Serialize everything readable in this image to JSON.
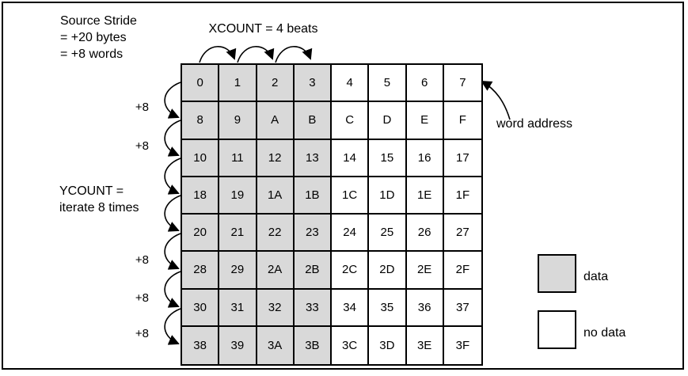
{
  "annotations": {
    "source_stride_lines": [
      "Source Stride",
      "= +20 bytes",
      "= +8 words"
    ],
    "xcount_label": "XCOUNT = 4 beats",
    "ycount_lines": [
      "YCOUNT =",
      "iterate 8 times"
    ],
    "word_address_label": "word address",
    "row_stride_labels": [
      "+8",
      "+8",
      "+8",
      "+8",
      "+8"
    ]
  },
  "grid": {
    "rows": [
      [
        "0",
        "1",
        "2",
        "3",
        "4",
        "5",
        "6",
        "7"
      ],
      [
        "8",
        "9",
        "A",
        "B",
        "C",
        "D",
        "E",
        "F"
      ],
      [
        "10",
        "11",
        "12",
        "13",
        "14",
        "15",
        "16",
        "17"
      ],
      [
        "18",
        "19",
        "1A",
        "1B",
        "1C",
        "1D",
        "1E",
        "1F"
      ],
      [
        "20",
        "21",
        "22",
        "23",
        "24",
        "25",
        "26",
        "27"
      ],
      [
        "28",
        "29",
        "2A",
        "2B",
        "2C",
        "2D",
        "2E",
        "2F"
      ],
      [
        "30",
        "31",
        "32",
        "33",
        "34",
        "35",
        "36",
        "37"
      ],
      [
        "38",
        "39",
        "3A",
        "3B",
        "3C",
        "3D",
        "3E",
        "3F"
      ]
    ],
    "data_columns": 4
  },
  "legend": {
    "items": [
      {
        "label": "data",
        "fill": "#d9d9d9"
      },
      {
        "label": "no data",
        "fill": "#ffffff"
      }
    ]
  },
  "colors": {
    "data_fill": "#d9d9d9",
    "no_data_fill": "#ffffff",
    "line": "#000000",
    "background": "#ffffff"
  }
}
